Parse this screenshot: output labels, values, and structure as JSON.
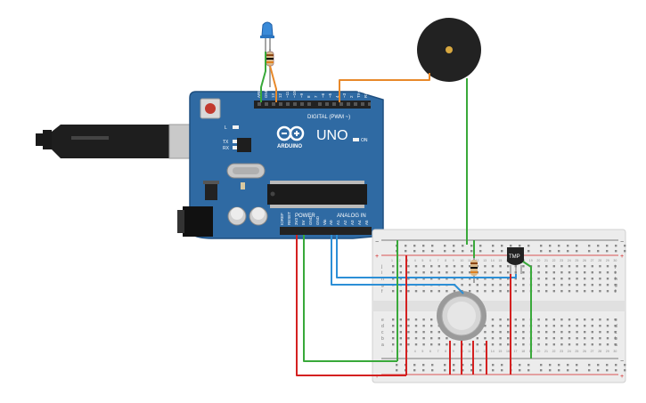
{
  "arduino": {
    "brand": "ARDUINO",
    "model": "UNO",
    "header_digital": "DIGITAL (PWM ~)",
    "header_power": "POWER",
    "header_analog": "ANALOG IN",
    "led_labels": {
      "l": "L",
      "tx": "TX",
      "rx": "RX",
      "on": "ON"
    },
    "digital_pins": [
      "AREF",
      "GND",
      "13",
      "12",
      "~11",
      "~10",
      "~9",
      "8",
      "7",
      "~6",
      "~5",
      "4",
      "~3",
      "2",
      "TX➔1",
      "RX◄0"
    ],
    "power_pins": [
      "IOREF",
      "RESET",
      "3V3",
      "5V",
      "GND",
      "GND",
      "Vin"
    ],
    "analog_pins": [
      "A0",
      "A1",
      "A2",
      "A3",
      "A4",
      "A5"
    ]
  },
  "sensor": {
    "label": "TMP"
  },
  "breadboard": {
    "row_letters_top": [
      "j",
      "i",
      "h",
      "g",
      "f"
    ],
    "row_letters_bottom": [
      "e",
      "d",
      "c",
      "b",
      "a"
    ],
    "rail_minus": "−",
    "rail_plus": "+",
    "column_numbers": [
      "1",
      "2",
      "3",
      "4",
      "5",
      "6",
      "7",
      "8",
      "9",
      "10",
      "11",
      "12",
      "13",
      "14",
      "15",
      "16",
      "17",
      "18",
      "19",
      "20",
      "21",
      "22",
      "23",
      "24",
      "25",
      "26",
      "27",
      "28",
      "29",
      "30"
    ]
  },
  "colors": {
    "board": "#2f6aa3",
    "wire_green": "#39a93a",
    "wire_red": "#d42020",
    "wire_blue": "#2c8fd6",
    "wire_orange": "#e8892a",
    "breadboard": "#ececec"
  }
}
